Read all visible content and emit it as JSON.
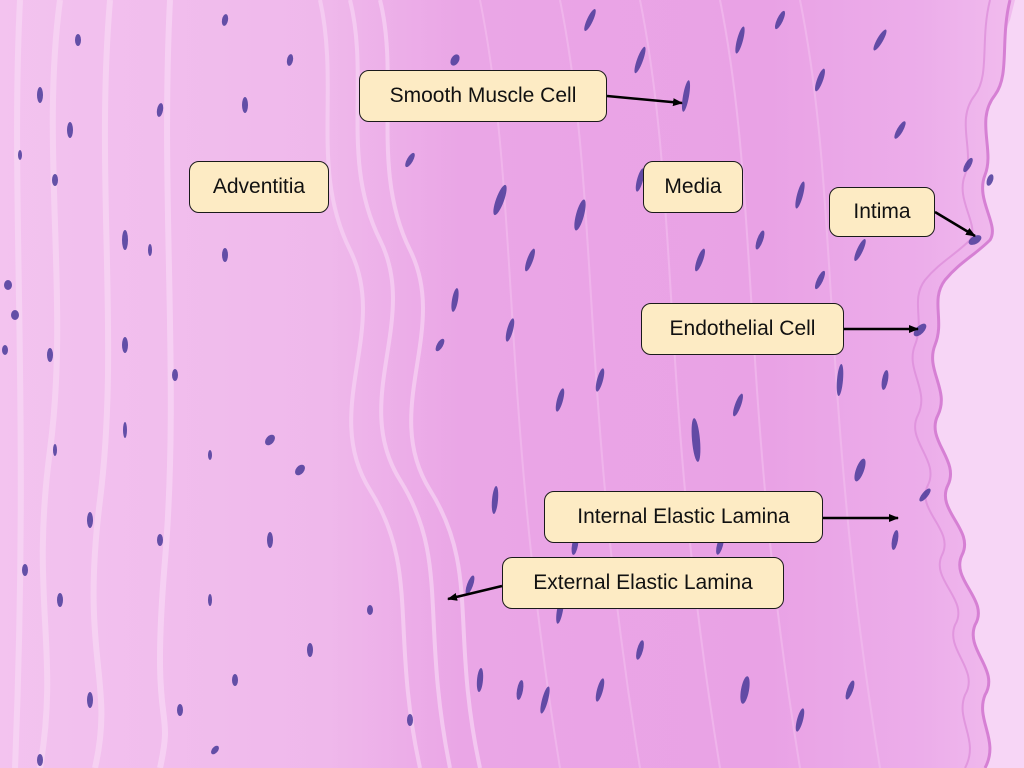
{
  "image": {
    "subject": "histology micrograph",
    "colors": {
      "adventitia": "#f4c6f0",
      "media": "#eaa2e6",
      "lumen": "#f7d6f6",
      "nuclei": "#4a3a9a",
      "lamina": "#d27cd0",
      "label_fill": "#fdebc4",
      "label_border": "#1a1a1a"
    }
  },
  "labels": {
    "smooth_muscle_cell": "Smooth Muscle Cell",
    "adventitia": "Adventitia",
    "media": "Media",
    "intima": "Intima",
    "endothelial_cell": "Endothelial Cell",
    "internal_elastic_lamina": "Internal Elastic Lamina",
    "external_elastic_lamina": "External Elastic Lamina"
  }
}
